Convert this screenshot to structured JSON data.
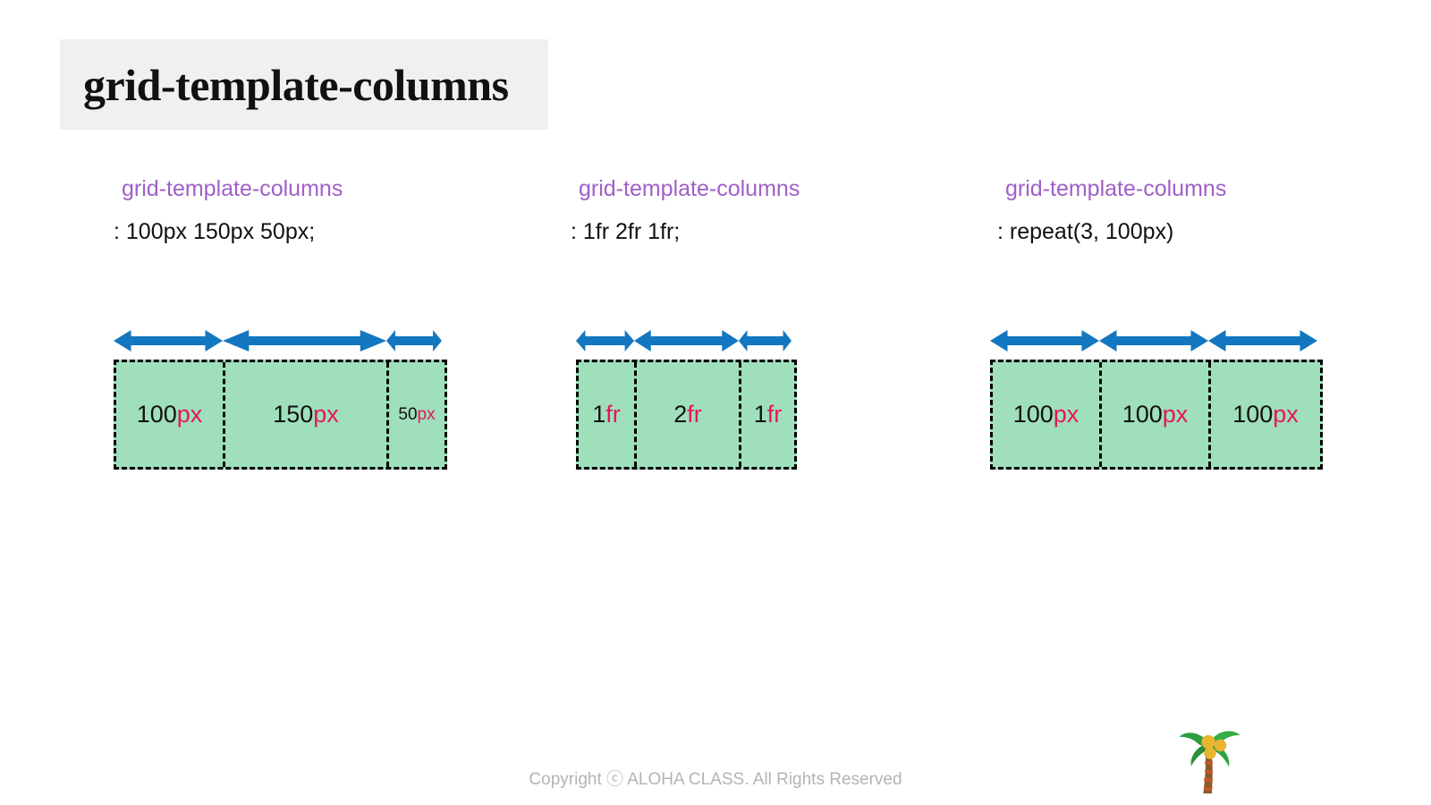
{
  "slide": {
    "title": "grid-template-columns",
    "footer": "Copyright ⓒ ALOHA CLASS. All Rights Reserved",
    "logo_icon": "palm-tree-icon",
    "colors": {
      "title_bg": "#f0f0f0",
      "property_purple": "#a05fc8",
      "unit_pink": "#e8145f",
      "cell_green": "#9fdfbb",
      "arrow_blue": "#1277c0",
      "dash_black": "#000000",
      "footer_gray": "#b4b4b4"
    }
  },
  "examples": [
    {
      "property": "grid-template-columns",
      "value": ": 100px 150px 50px;",
      "cells": [
        {
          "num": "100",
          "unit": "px",
          "width": 122,
          "small": false
        },
        {
          "num": "150",
          "unit": "px",
          "width": 183,
          "small": false
        },
        {
          "num": "50",
          "unit": "px",
          "width": 62,
          "small": true
        }
      ]
    },
    {
      "property": "grid-template-columns",
      "value": ": 1fr  2fr  1fr;",
      "cells": [
        {
          "num": "1",
          "unit": "fr",
          "width": 65,
          "small": false
        },
        {
          "num": "2",
          "unit": "fr",
          "width": 117,
          "small": false
        },
        {
          "num": "1",
          "unit": "fr",
          "width": 59,
          "small": false
        }
      ]
    },
    {
      "property": "grid-template-columns",
      "value": ": repeat(3, 100px)",
      "cells": [
        {
          "num": "100",
          "unit": "px",
          "width": 122,
          "small": false
        },
        {
          "num": "100",
          "unit": "px",
          "width": 122,
          "small": false
        },
        {
          "num": "100",
          "unit": "px",
          "width": 122,
          "small": false
        }
      ]
    }
  ]
}
